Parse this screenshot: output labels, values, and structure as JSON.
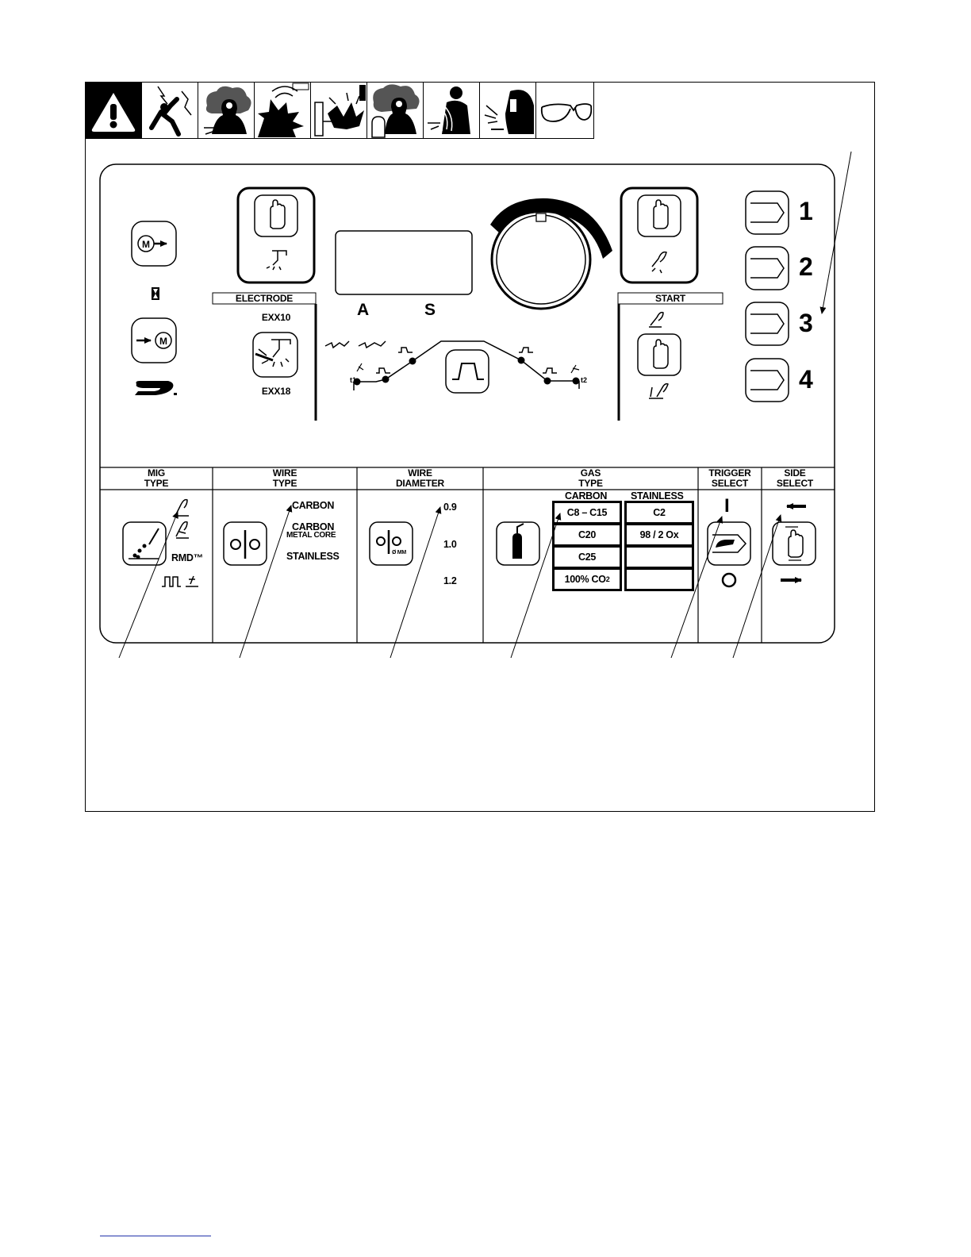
{
  "labels": {
    "electrode": "ELECTRODE",
    "exx10": "EXX10",
    "exx18": "EXX18",
    "display_a": "A",
    "display_s": "S",
    "start": "START",
    "mem1": "1",
    "mem2": "2",
    "mem3": "3",
    "mem4": "4",
    "sd_logo": "SD",
    "mig_type": "MIG\nTYPE",
    "wire_type": "WIRE\nTYPE",
    "wire_diameter": "WIRE\nDIAMETER",
    "gas_type": "GAS\nTYPE",
    "trigger_select": "TRIGGER\nSELECT",
    "side_select": "SIDE\nSELECT",
    "rmd": "RMD™",
    "wire_carbon": "CARBON",
    "wire_carbon2": "CARBON",
    "wire_metal_core": "METAL CORE",
    "wire_stainless": "STAINLESS",
    "dia_09": "0.9",
    "dia_10": "1.0",
    "dia_12": "1.2",
    "mm": "Ø MM",
    "gas_carbon_hdr": "CARBON",
    "gas_stainless_hdr": "STAINLESS",
    "gas_c8": "C8 – C15",
    "gas_c20": "C20",
    "gas_c25": "C25",
    "gas_co2": "100% CO",
    "gas_co2_sub": "2",
    "gas_c2": "C2",
    "gas_982": "98 / 2 Ox",
    "trig_i": "I",
    "t1": "t1",
    "t2": "t2"
  },
  "safety_icons": [
    "warning-triangle-icon",
    "electric-shock-icon",
    "fumes-icon",
    "explosion-icon",
    "fire-spark-icon",
    "gas-cylinder-fumes-icon",
    "noise-hearing-icon",
    "arc-rays-helmet-icon",
    "safety-glasses-icon"
  ]
}
